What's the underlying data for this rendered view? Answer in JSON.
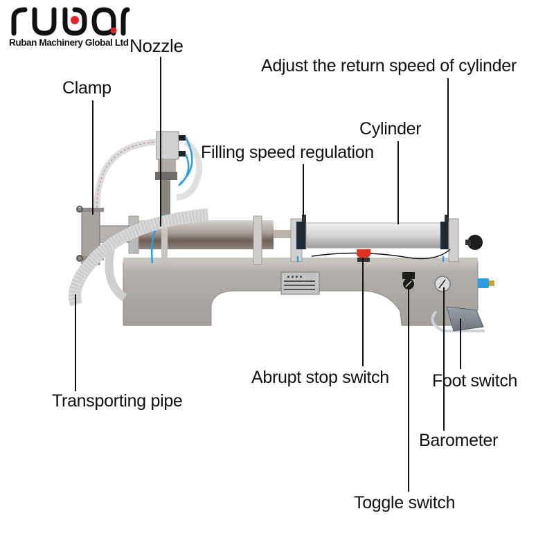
{
  "brand": {
    "logo_text": "ruban",
    "tagline": "Ruban Machinery Global Ltd",
    "accent_color": "#e8202a"
  },
  "labels": {
    "nozzle": "Nozzle",
    "clamp": "Clamp",
    "return_speed": "Adjust the return speed of cylinder",
    "cylinder": "Cylinder",
    "filling_speed": "Filling speed regulation",
    "abrupt_stop": "Abrupt stop switch",
    "foot_switch": "Foot switch",
    "transporting_pipe": "Transporting pipe",
    "barometer": "Barometer",
    "toggle_switch": "Toggle switch"
  },
  "colors": {
    "steel": "#a9a6a2",
    "steel_dark": "#8a8783",
    "hose_blue": "#2a9fe0",
    "stop_red": "#e0301f",
    "leader": "#111111"
  }
}
